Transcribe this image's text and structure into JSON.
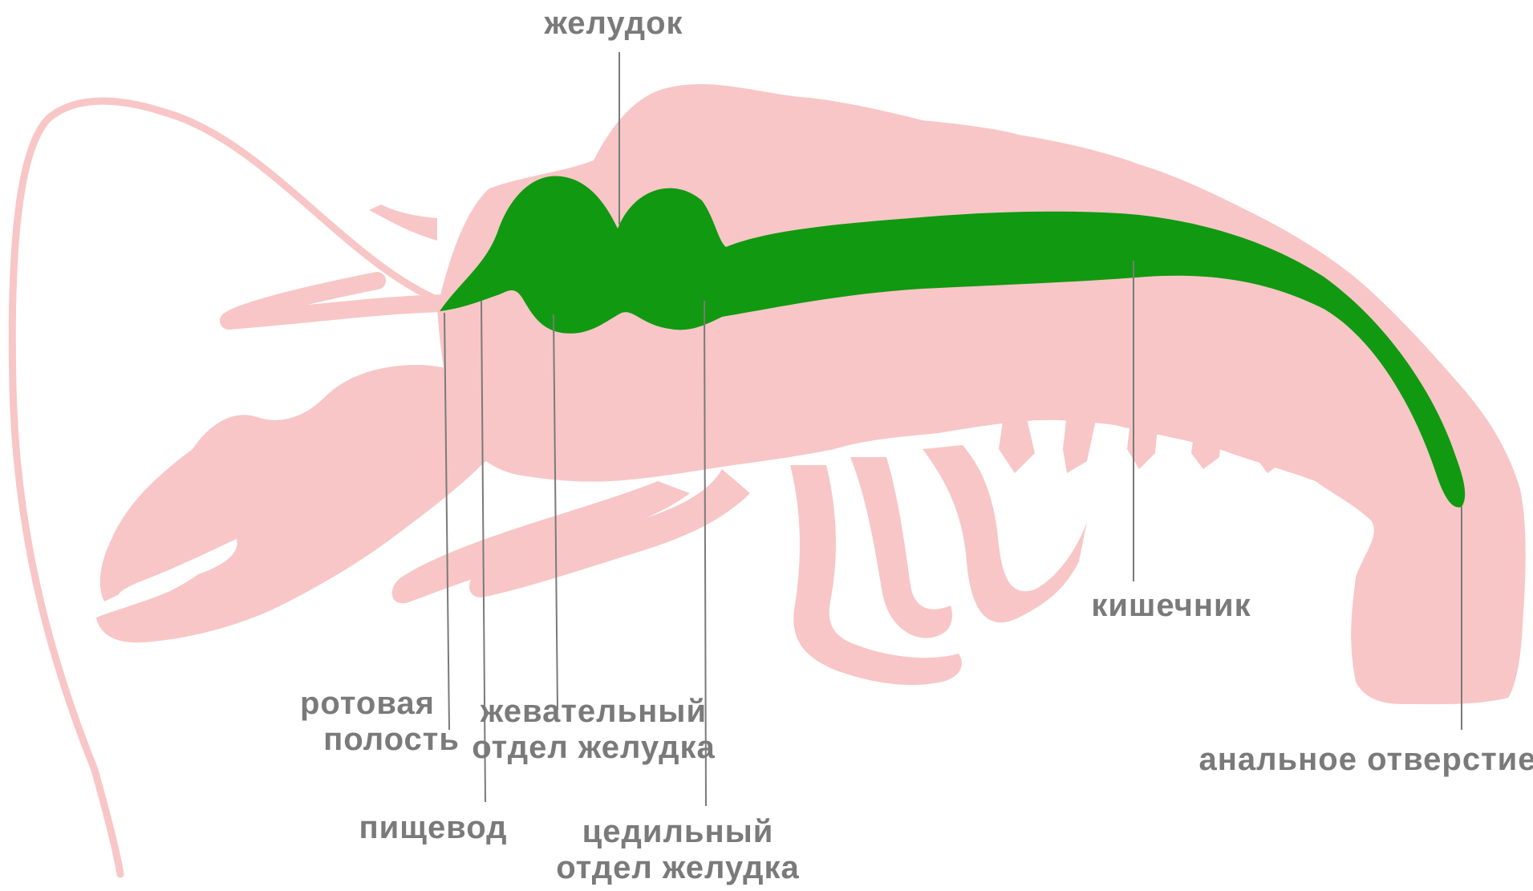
{
  "colors": {
    "background": "#ffffff",
    "body": "#f8c6c6",
    "digestive_tract": "#119911",
    "label_text": "#7a7a7a",
    "leader_line": "#7a7a7a"
  },
  "labels": {
    "stomach": "желудок",
    "mouth_l1": "ротовая",
    "mouth_l2": "полость",
    "esophagus": "пищевод",
    "chewing_l1": "жевательный",
    "chewing_l2": "отдел желудка",
    "filter_l1": "цедильный",
    "filter_l2": "отдел желудка",
    "intestine": "кишечник",
    "anus": "анальное отверстие"
  }
}
